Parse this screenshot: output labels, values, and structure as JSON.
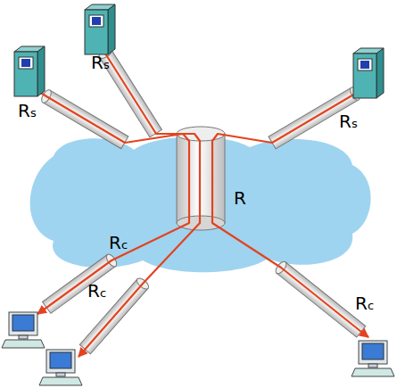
{
  "diagram": {
    "labels": [
      "Rs",
      "Rs",
      "Rs",
      "R",
      "Rc",
      "Rc",
      "Rc"
    ]
  }
}
